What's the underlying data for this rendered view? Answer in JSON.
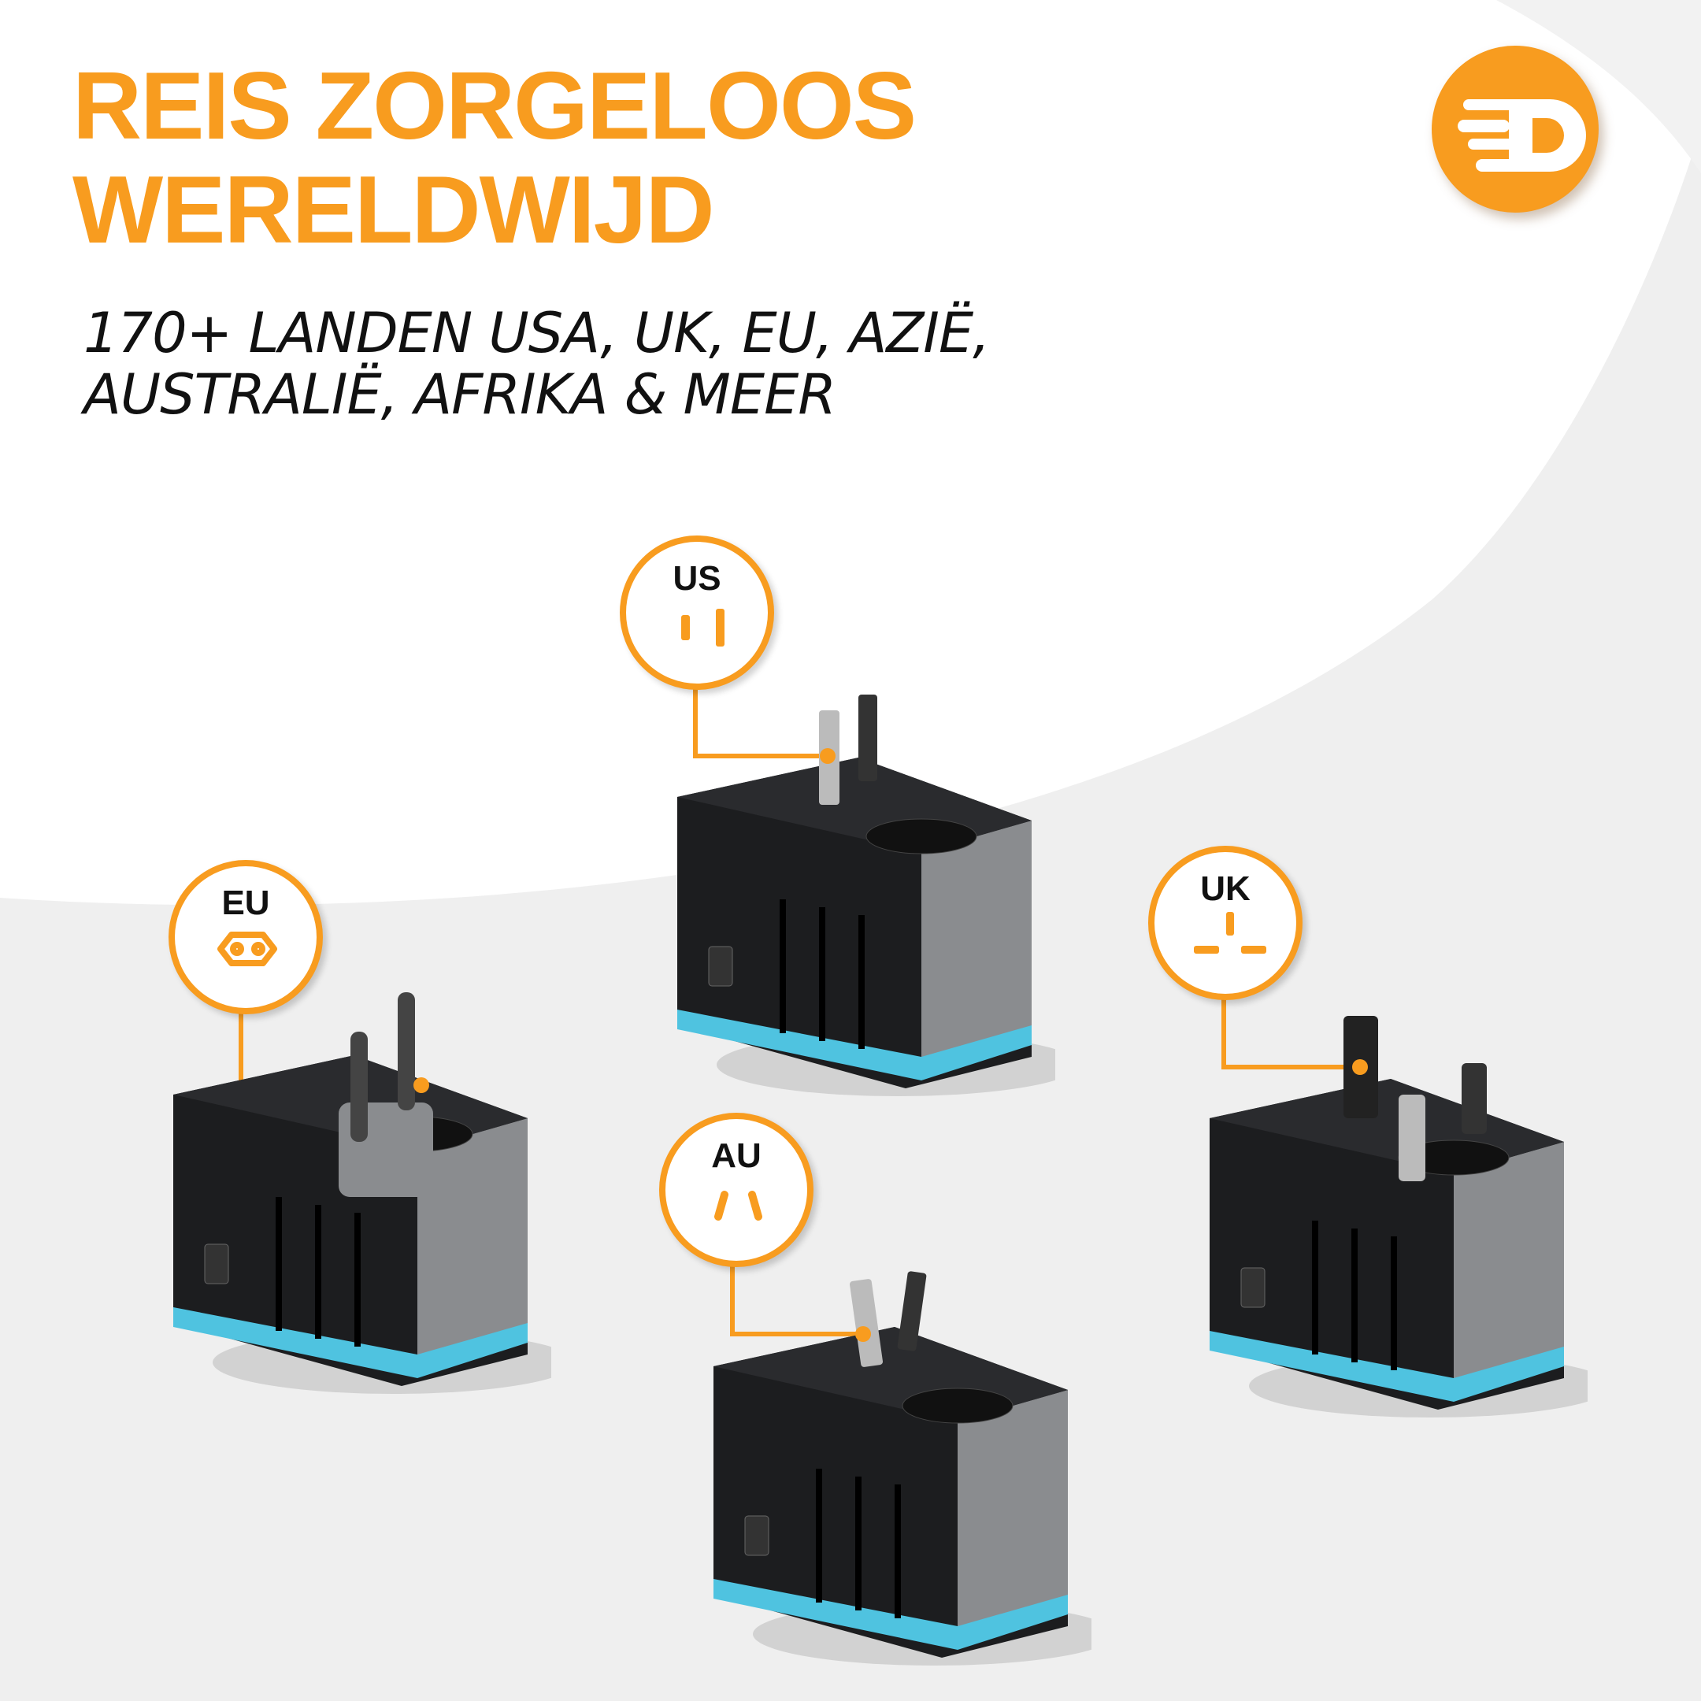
{
  "header": {
    "title_line1": "REIS ZORGELOOS",
    "title_line2": "WERELDWIJD",
    "subtitle_line1": "170+ LANDEN USA, UK, EU, AZIË,",
    "subtitle_line2": "AUSTRALIË, AFRIKA & MEER"
  },
  "brand": {
    "logo_letter": "D",
    "color": "#F89C1F"
  },
  "plugs": [
    {
      "label": "US",
      "icon": "us-plug-icon"
    },
    {
      "label": "EU",
      "icon": "eu-plug-icon"
    },
    {
      "label": "UK",
      "icon": "uk-plug-icon"
    },
    {
      "label": "AU",
      "icon": "au-plug-icon"
    }
  ],
  "colors": {
    "accent": "#F89C1F",
    "adapter_body": "#1c1d1f",
    "adapter_side": "#8a8c8f",
    "adapter_base": "#4fc3e0"
  }
}
